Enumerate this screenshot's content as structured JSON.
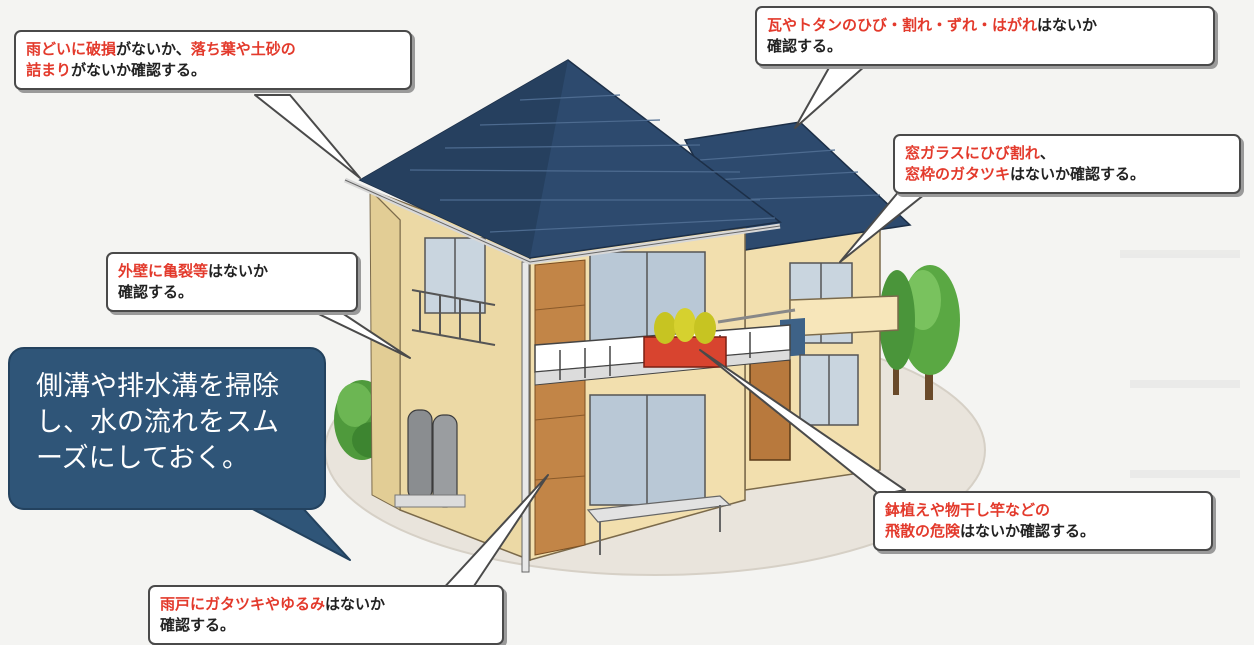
{
  "callouts": {
    "gutter": {
      "segments": [
        {
          "text": "雨どいに破損",
          "hl": true
        },
        {
          "text": "がないか、",
          "hl": false
        },
        {
          "text": "落ち葉や土砂の",
          "hl": true
        },
        {
          "text": "詰まり",
          "hl": true,
          "br": true
        },
        {
          "text": "がないか確認する。",
          "hl": false
        }
      ]
    },
    "roof": {
      "segments": [
        {
          "text": "瓦やトタンのひび・割れ・ずれ・はがれ",
          "hl": true
        },
        {
          "text": "はないか",
          "hl": false
        },
        {
          "text": "確認する。",
          "hl": false,
          "br": true
        }
      ]
    },
    "window": {
      "segments": [
        {
          "text": "窓ガラスにひび割れ",
          "hl": true
        },
        {
          "text": "、",
          "hl": false
        },
        {
          "text": "窓枠のガタツキ",
          "hl": true,
          "br": true
        },
        {
          "text": "はないか確認する。",
          "hl": false
        }
      ]
    },
    "wall": {
      "segments": [
        {
          "text": "外壁に亀裂等",
          "hl": true
        },
        {
          "text": "はないか",
          "hl": false
        },
        {
          "text": "確認する。",
          "hl": false,
          "br": true
        }
      ]
    },
    "planters": {
      "segments": [
        {
          "text": "鉢植えや物干し竿などの",
          "hl": true
        },
        {
          "text": "飛散の危険",
          "hl": true,
          "br": true
        },
        {
          "text": "はないか確認する。",
          "hl": false
        }
      ]
    },
    "shutter": {
      "segments": [
        {
          "text": "雨戸にガタツキやゆるみ",
          "hl": true
        },
        {
          "text": "はないか",
          "hl": false
        },
        {
          "text": "確認する。",
          "hl": false,
          "br": true
        }
      ]
    }
  },
  "speech_bubble": {
    "lines": [
      "側溝や排水溝を掃除",
      "し、水の流れをスム",
      "ーズにしておく。"
    ]
  },
  "colors": {
    "highlight": "#e33a2c",
    "roof": "#2d4a6e",
    "wall": "#f2dfae",
    "bubble": "#2f5578"
  }
}
